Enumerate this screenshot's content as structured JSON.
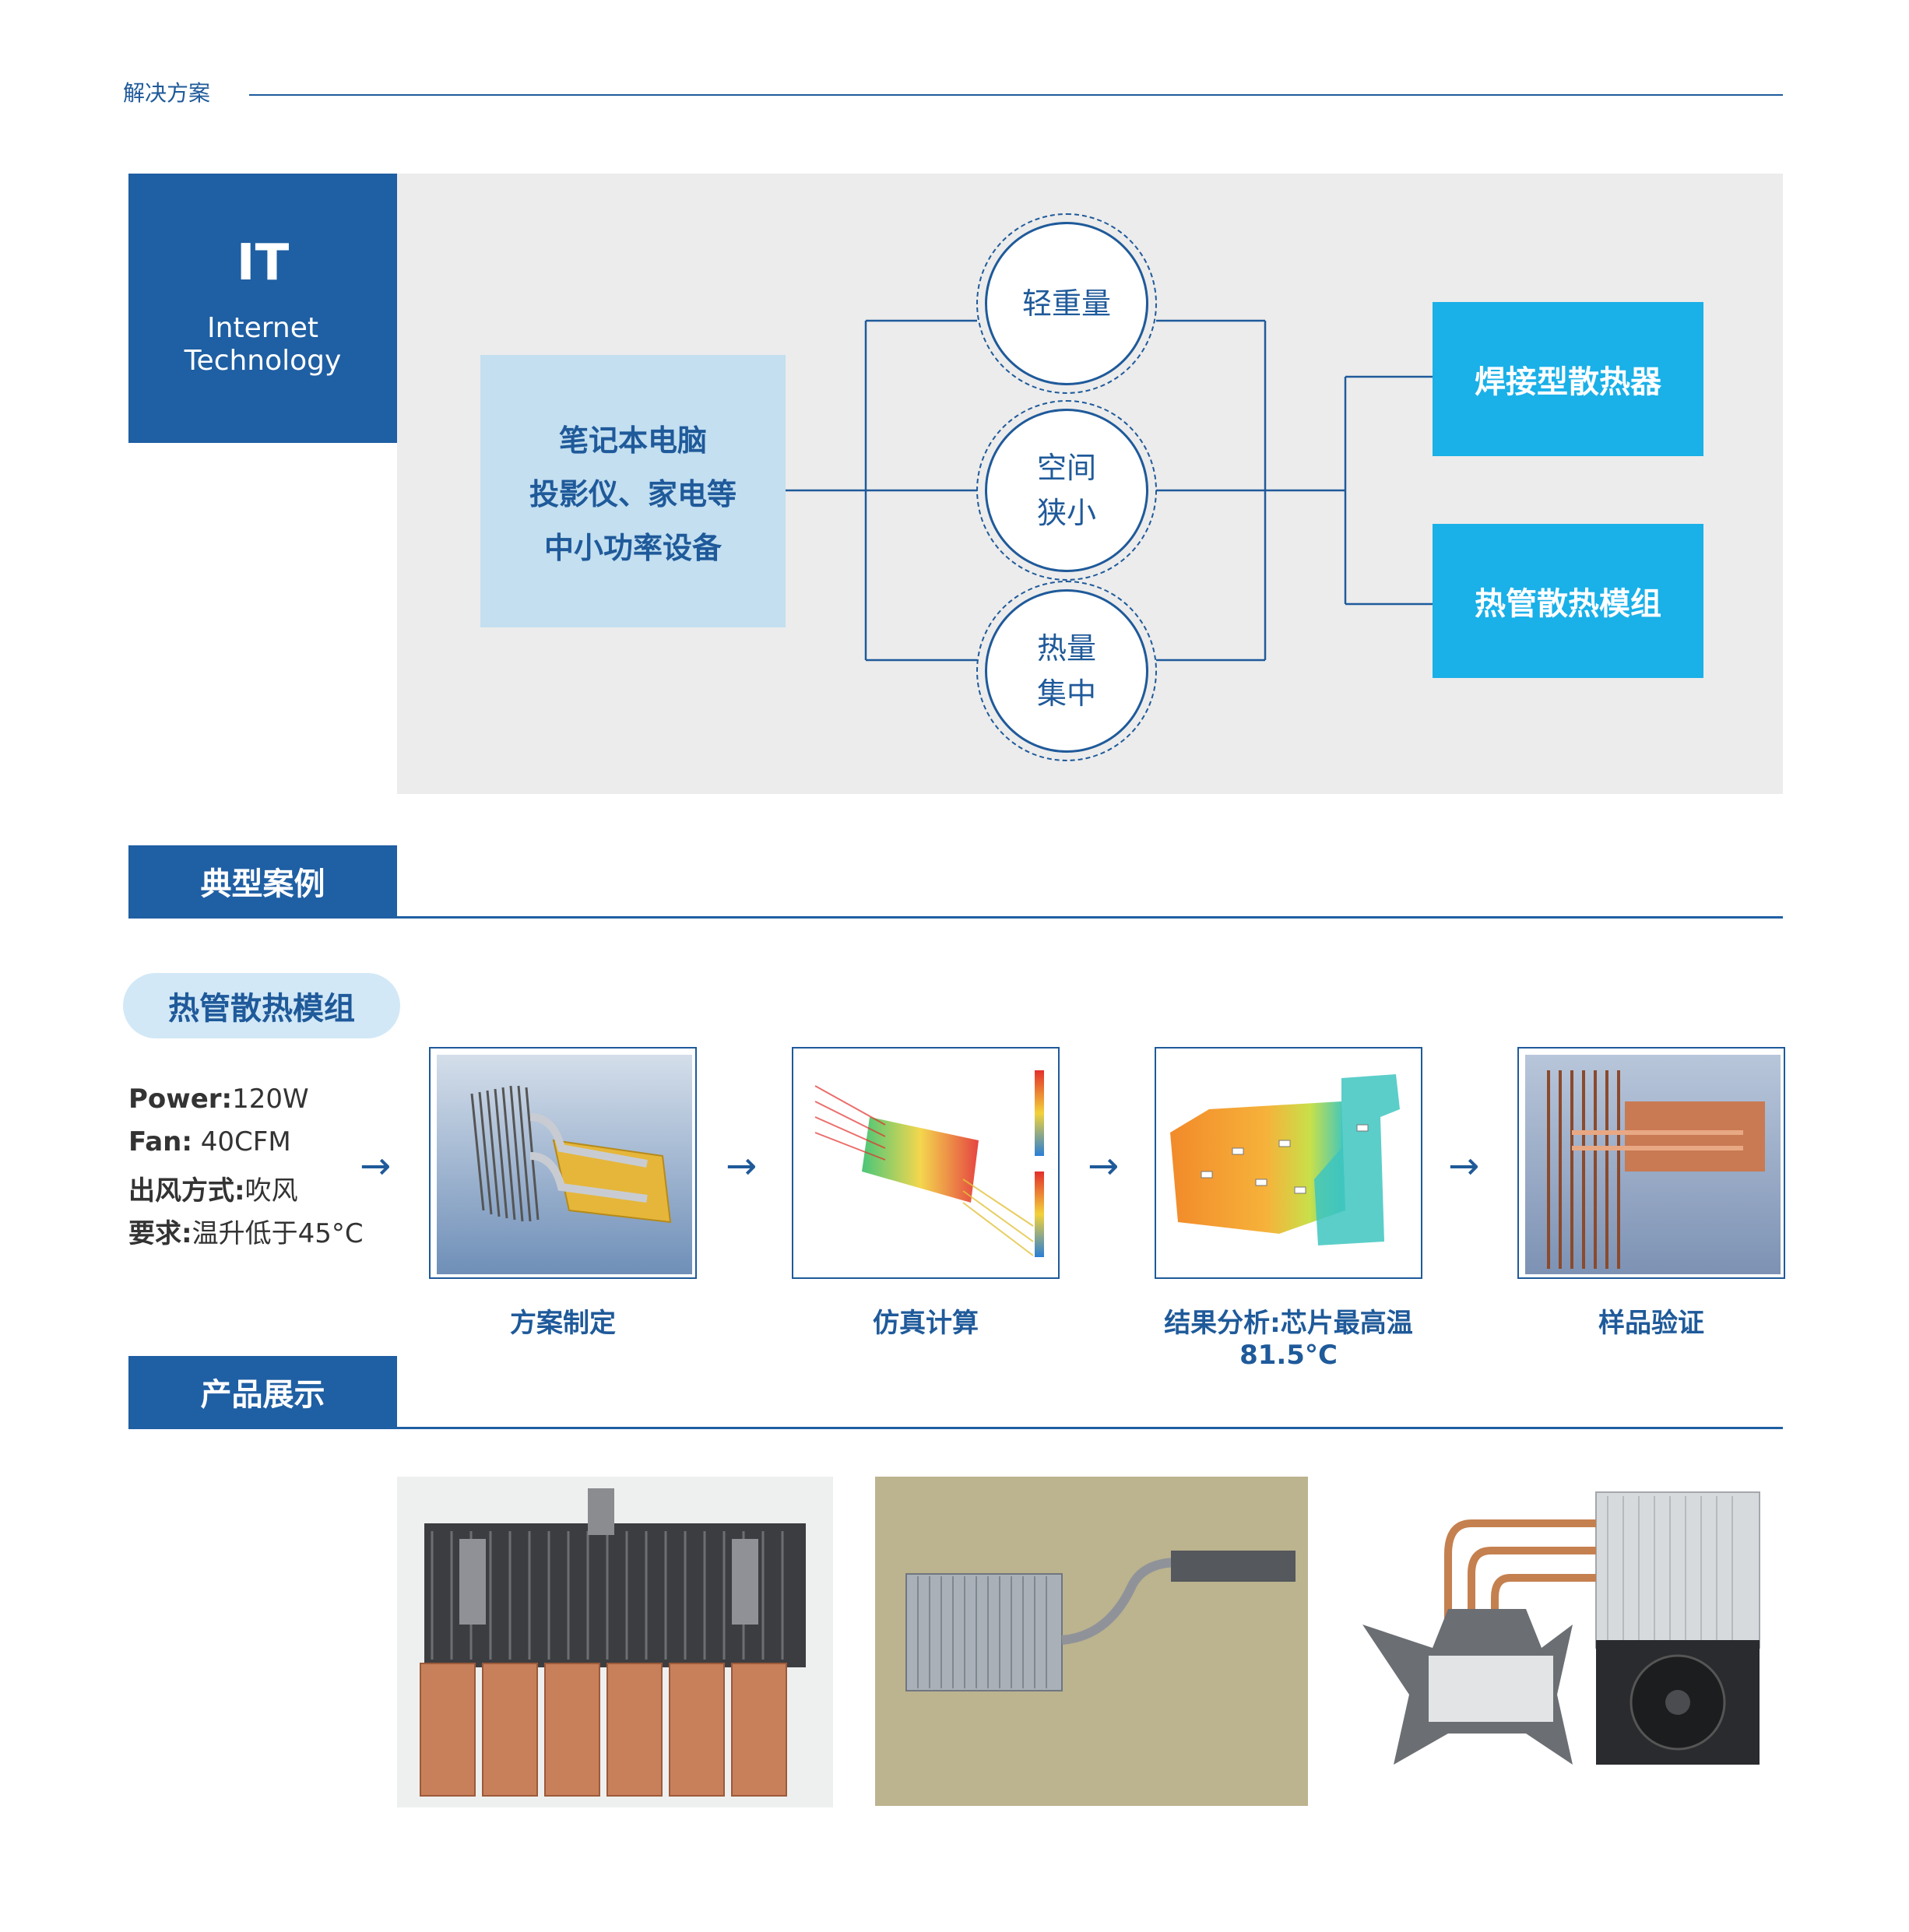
{
  "header": {
    "section": "解决方案"
  },
  "it_block": {
    "title": "IT",
    "subtitle_line1": "Internet",
    "subtitle_line2": "Technology"
  },
  "device": {
    "line1": "笔记本电脑",
    "line2": "投影仪、家电等",
    "line3": "中小功率设备"
  },
  "challenges": [
    {
      "line1": "轻重量",
      "line2": ""
    },
    {
      "line1": "空间",
      "line2": "狭小"
    },
    {
      "line1": "热量",
      "line2": "集中"
    }
  ],
  "solutions": [
    "焊接型散热器",
    "热管散热模组"
  ],
  "sections": {
    "cases": "典型案例",
    "products": "产品展示"
  },
  "case": {
    "module_title": "热管散热模组",
    "specs": [
      {
        "key": "Power:",
        "value": "120W"
      },
      {
        "key": "Fan:",
        "value": " 40CFM"
      },
      {
        "key": "出风方式:",
        "value": "吹风"
      },
      {
        "key": "要求:",
        "value": "温升低于45°C"
      }
    ],
    "steps": [
      "方案制定",
      "仿真计算",
      "结果分析:芯片最高温81.5°C",
      "样品验证"
    ],
    "arrow_glyph": "→"
  },
  "colors": {
    "primary": "#1f5fa3",
    "accent": "#1ab0e8",
    "panel": "#ececec",
    "device": "#c3dff0"
  }
}
